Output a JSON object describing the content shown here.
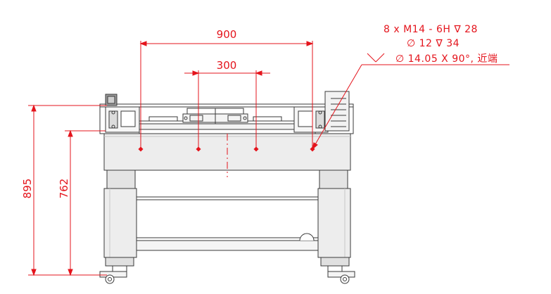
{
  "dimensions": {
    "width_outer": "900",
    "width_inner": "300",
    "height_total": "895",
    "height_table": "762"
  },
  "callout": {
    "line1": "8 x  M14 - 6H ∇ 28",
    "line2": "∅ 12 ∇ 34",
    "line3": "∅ 14.05 X 90°, 近端"
  },
  "colors": {
    "dimension": "#e4141c",
    "outline": "#3a3a3a",
    "panel": "#ededed"
  }
}
